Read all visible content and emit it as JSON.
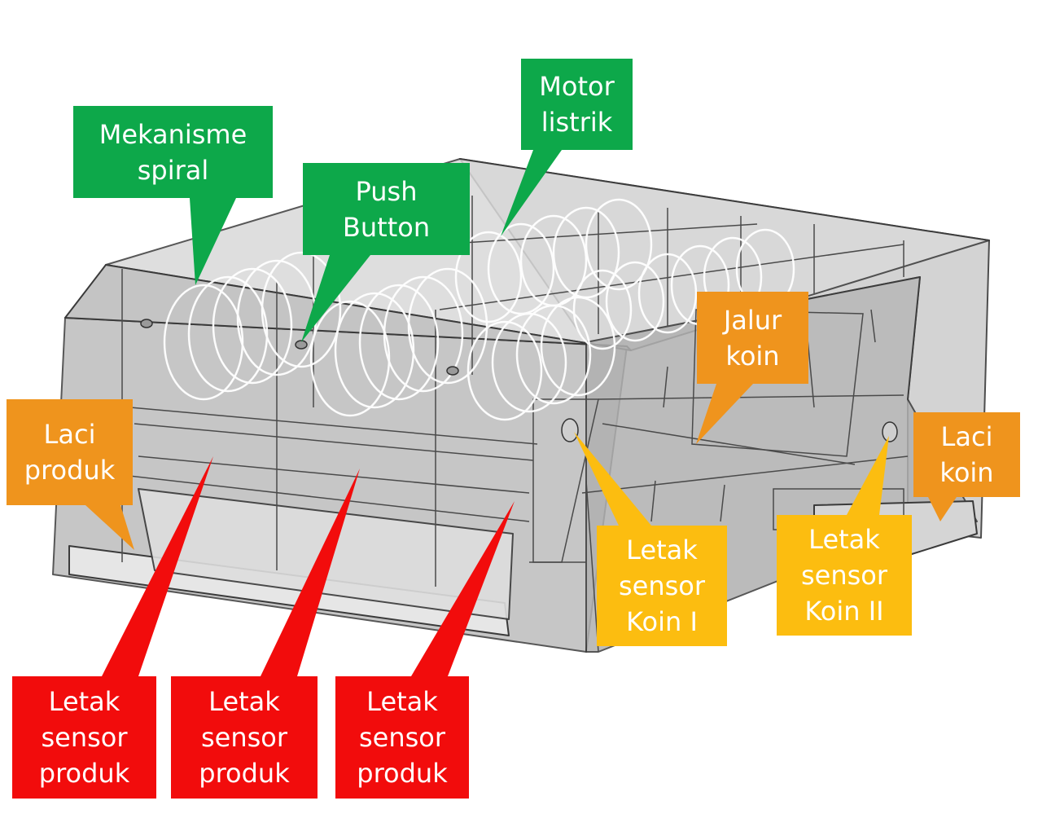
{
  "colors": {
    "green": "#0da84a",
    "orange": "#ef941d",
    "yellow": "#fcbd10",
    "red": "#f20c0c",
    "body": "#c8c8c8",
    "edge": "#3a3a3a",
    "spiral": "#ffffff"
  },
  "callouts": {
    "mekanisme_spiral": {
      "line1": "Mekanisme",
      "line2": "spiral"
    },
    "push_button": {
      "line1": "Push",
      "line2": "Button"
    },
    "motor_listrik": {
      "line1": "Motor",
      "line2": "listrik"
    },
    "jalur_koin": {
      "line1": "Jalur",
      "line2": "koin"
    },
    "laci_produk": {
      "line1": "Laci",
      "line2": "produk"
    },
    "laci_koin": {
      "line1": "Laci",
      "line2": "koin"
    },
    "sensor_koin_1": {
      "line1": "Letak",
      "line2": "sensor",
      "line3": "Koin I"
    },
    "sensor_koin_2": {
      "line1": "Letak",
      "line2": "sensor",
      "line3": "Koin II"
    },
    "sensor_produk_1": {
      "line1": "Letak",
      "line2": "sensor",
      "line3": "produk"
    },
    "sensor_produk_2": {
      "line1": "Letak",
      "line2": "sensor",
      "line3": "produk"
    },
    "sensor_produk_3": {
      "line1": "Letak",
      "line2": "sensor",
      "line3": "produk"
    }
  }
}
